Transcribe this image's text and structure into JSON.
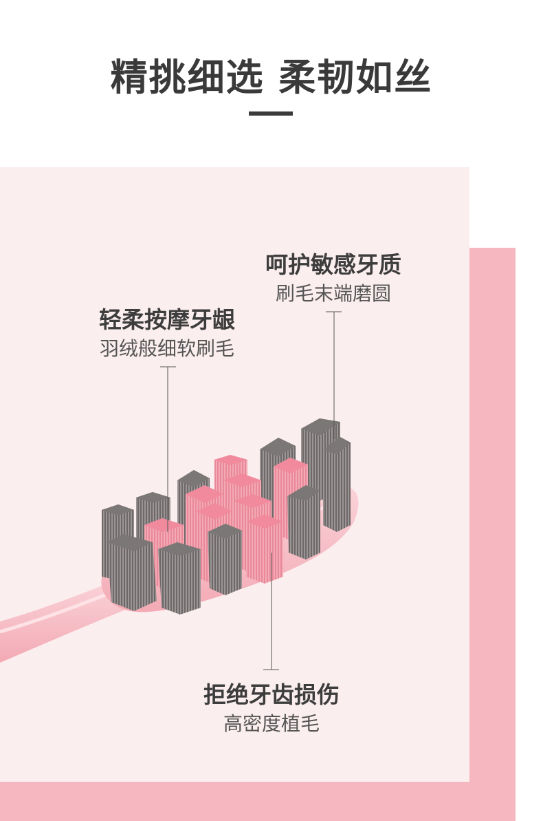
{
  "headline": "精挑细选 柔韧如丝",
  "colors": {
    "text_dark": "#3a3a3a",
    "panel_background": "#fbeeef",
    "accent_pink": "#f7b7c0",
    "bristle_pink": "#f29aa9",
    "bristle_gray": "#8a8585"
  },
  "callouts": {
    "gums": {
      "title": "轻柔按摩牙龈",
      "subtitle": "羽绒般细软刷毛"
    },
    "enamel": {
      "title": "呵护敏感牙质",
      "subtitle": "刷毛末端磨圆"
    },
    "damage": {
      "title": "拒绝牙齿损伤",
      "subtitle": "高密度植毛"
    }
  },
  "product_image": "toothbrush-head-illustration"
}
